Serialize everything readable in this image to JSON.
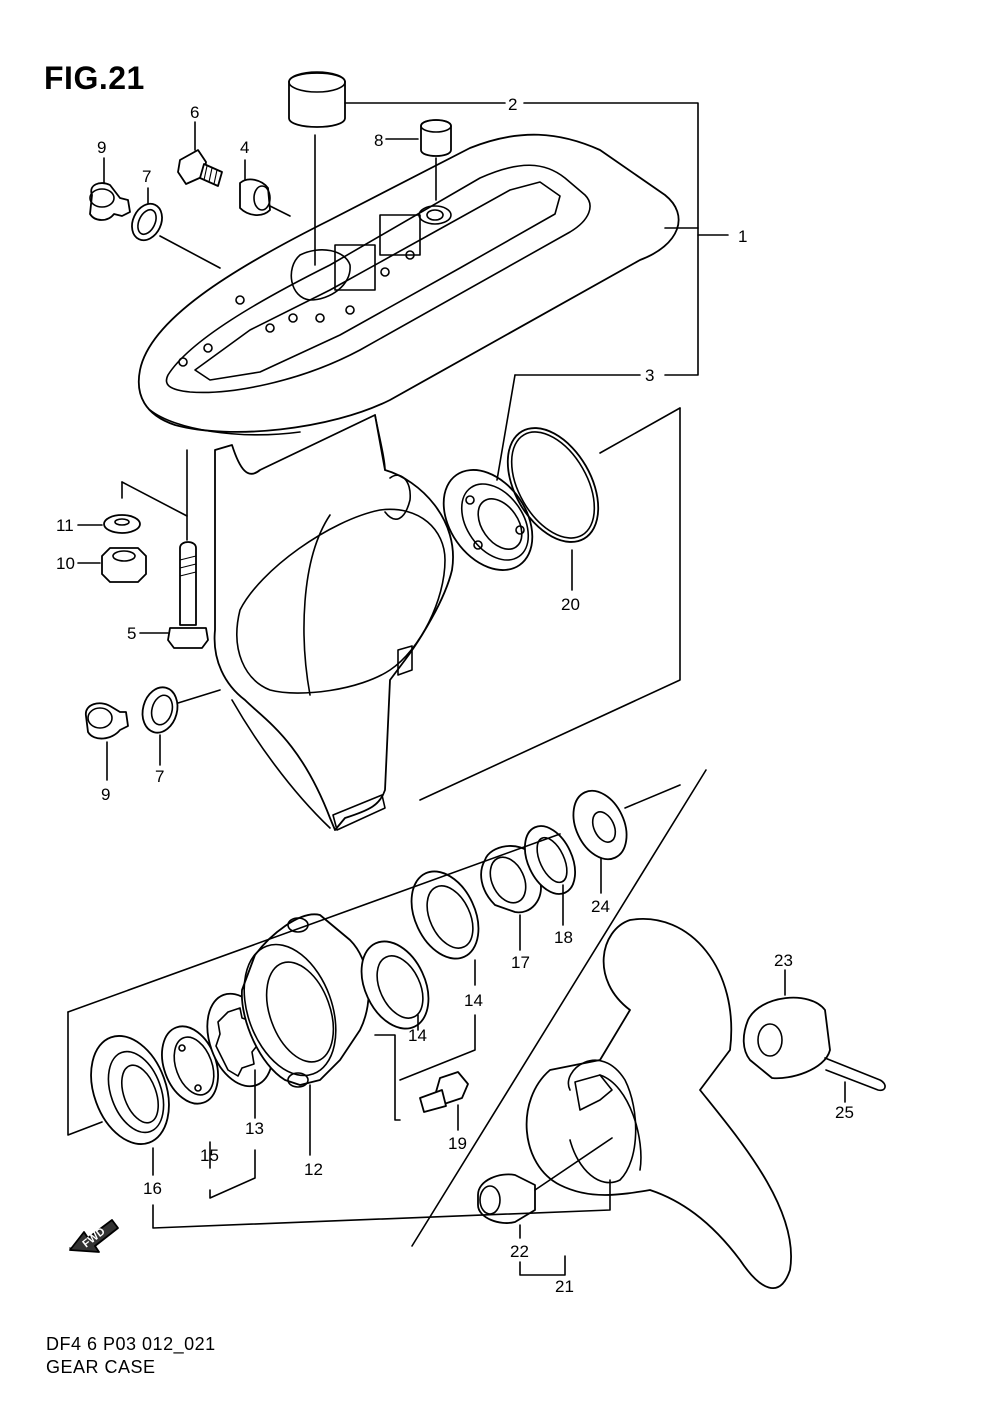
{
  "figure": {
    "title": "FIG.21"
  },
  "callouts": {
    "c1": "1",
    "c2": "2",
    "c3": "3",
    "c4": "4",
    "c5": "5",
    "c6": "6",
    "c7a": "7",
    "c7b": "7",
    "c8": "8",
    "c9a": "9",
    "c9b": "9",
    "c10": "10",
    "c11": "11",
    "c12": "12",
    "c13": "13",
    "c14a": "14",
    "c14b": "14",
    "c15": "15",
    "c16": "16",
    "c17": "17",
    "c18": "18",
    "c19": "19",
    "c20": "20",
    "c21": "21",
    "c22": "22",
    "c23": "23",
    "c24": "24",
    "c25": "25"
  },
  "fwd_label": "FWD",
  "footer": {
    "ref": "DF4 6 P03 012_021",
    "desc": "GEAR CASE"
  }
}
